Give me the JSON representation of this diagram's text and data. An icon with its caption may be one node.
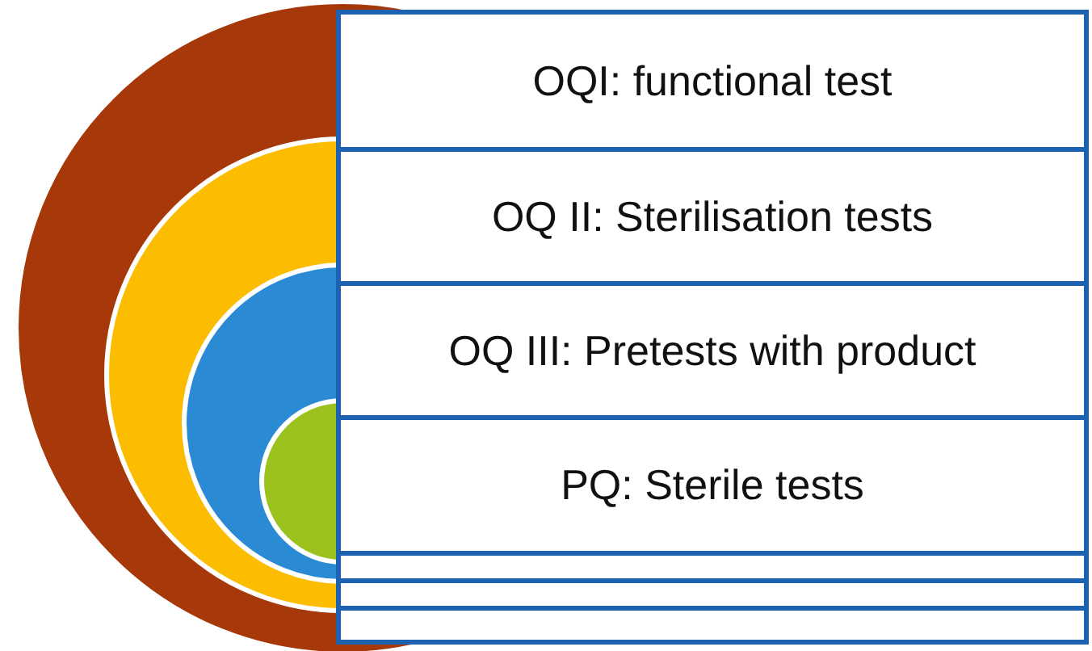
{
  "diagram": {
    "nodes": [
      {
        "text": [
          "OQI: functional test"
        ]
      },
      {
        "text": [
          "OQ II: Sterilisation tests"
        ]
      },
      {
        "text": [
          "OQ III: Pretests with product"
        ]
      },
      {
        "text": [
          "PQ: Sterile tests"
        ]
      },
      {
        "text": [],
        "shape": "box"
      },
      {
        "text": [],
        "shape": "box"
      },
      {
        "text": [],
        "shape": "box"
      }
    ]
  }
}
